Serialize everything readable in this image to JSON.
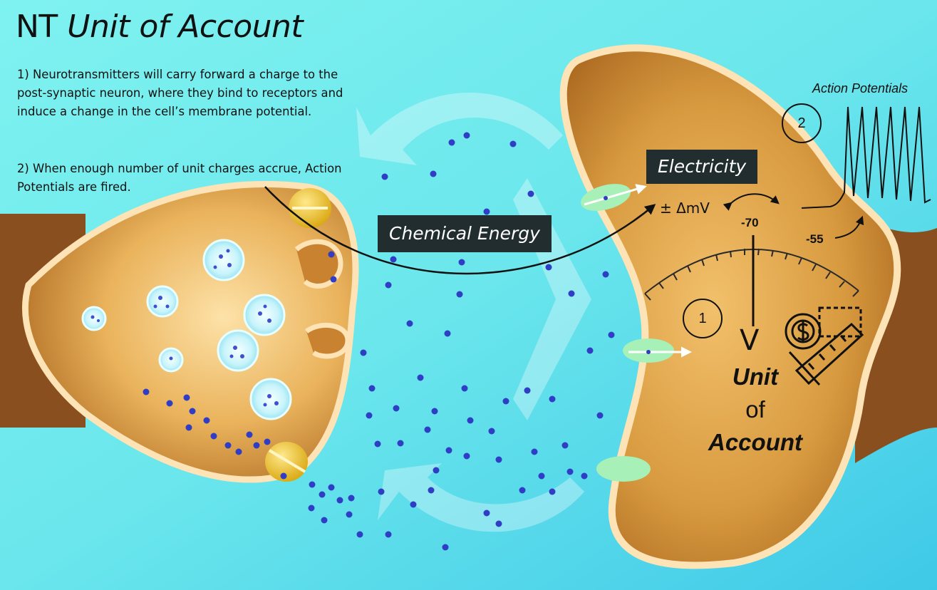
{
  "title": {
    "prefix": "NT ",
    "italic": "Unit of Account"
  },
  "description": [
    "1) Neurotransmitters will carry forward a charge to the post-synaptic neuron, where they bind to receptors and induce a change in the cell’s membrane potential.",
    "2) When enough number of unit charges accrue, Action Potentials are fired."
  ],
  "labels": {
    "chemical_energy": "Chemical Energy",
    "electricity": "Electricity",
    "delta_mv": "± ΔmV",
    "minus70": "-70",
    "minus55": "-55",
    "action_potentials": "Action Potentials",
    "step1": "1",
    "step2": "2",
    "volt": "V",
    "unit": "Unit",
    "of": "of",
    "account": "Account"
  },
  "colors": {
    "background": "#5ee0ea",
    "neuron": "#d99a3e",
    "membrane": "#fde3b5",
    "neurotransmitter": "#2f3ec4",
    "receptor": "#a7f0b8",
    "label_box": "#222d30"
  },
  "icons": [
    "coin-dollar-icon",
    "measuring-ruler-icon",
    "action-potential-spikes-icon",
    "voltage-meter-icon"
  ]
}
